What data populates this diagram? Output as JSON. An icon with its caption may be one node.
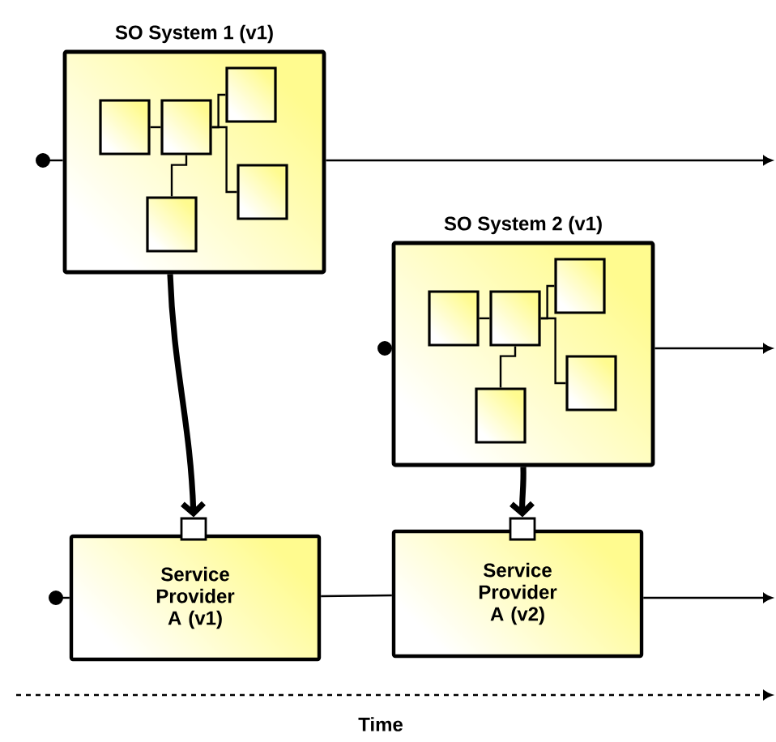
{
  "diagram": {
    "nodes": [
      {
        "text": [
          "SO System 1 (v1)"
        ]
      },
      {
        "text": [],
        "shape": "box",
        "in": 0
      },
      {
        "text": [],
        "shape": "box",
        "in": 0
      },
      {
        "text": [],
        "shape": "box",
        "in": 0
      },
      {
        "text": [],
        "shape": "box",
        "in": 0
      },
      {
        "text": [],
        "shape": "box",
        "in": 0
      },
      {
        "text": [
          "SO System 2 (v1)"
        ]
      },
      {
        "text": [],
        "shape": "box",
        "in": 6
      },
      {
        "text": [],
        "shape": "box",
        "in": 6
      },
      {
        "text": [],
        "shape": "box",
        "in": 6
      },
      {
        "text": [],
        "shape": "box",
        "in": 6
      },
      {
        "text": [],
        "shape": "box",
        "in": 6
      },
      {
        "text": [
          "Service Provider A (v1)"
        ]
      },
      {
        "text": [],
        "shape": "box"
      },
      {
        "text": [
          "Service Provider A (v2)"
        ]
      },
      {
        "text": [],
        "shape": "box"
      }
    ],
    "edges": [
      {
        "from": null,
        "to": 0,
        "arrow": "other"
      },
      {
        "from": 0,
        "to": null,
        "arrow": "to"
      },
      {
        "from": 1,
        "to": 2,
        "arrow": "none"
      },
      {
        "from": 2,
        "to": 3,
        "arrow": "none"
      },
      {
        "from": 2,
        "to": 4,
        "arrow": "none"
      },
      {
        "from": 2,
        "to": 5,
        "arrow": "none"
      },
      {
        "from": null,
        "to": 6,
        "arrow": "other"
      },
      {
        "from": 6,
        "to": null,
        "arrow": "to"
      },
      {
        "from": 7,
        "to": 8,
        "arrow": "none"
      },
      {
        "from": 8,
        "to": 9,
        "arrow": "none"
      },
      {
        "from": 8,
        "to": 10,
        "arrow": "none"
      },
      {
        "from": 8,
        "to": 11,
        "arrow": "none"
      },
      {
        "from": 0,
        "to": 13,
        "arrow": "to",
        "style": "thick"
      },
      {
        "from": 6,
        "to": 15,
        "arrow": "to",
        "style": "thick"
      },
      {
        "from": null,
        "to": 12,
        "arrow": "other"
      },
      {
        "from": 12,
        "to": 14,
        "arrow": "none"
      },
      {
        "from": 14,
        "to": null,
        "arrow": "to"
      }
    ],
    "labels": [
      "Time"
    ]
  }
}
